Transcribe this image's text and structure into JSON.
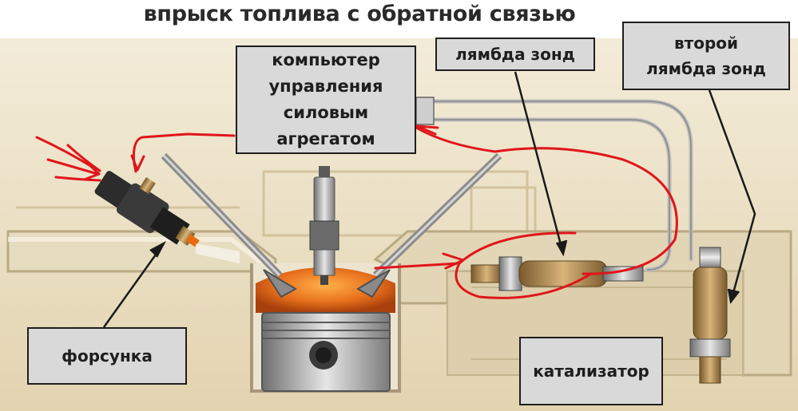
{
  "title": "впрыск топлива с обратной связью",
  "labels": {
    "ecu": [
      "компьютер",
      "управления",
      "силовым",
      "агрегатом"
    ],
    "lambda": "лямбда зонд",
    "lambda2": [
      "второй",
      "лямбда зонд"
    ],
    "injector": "форсунка",
    "catalyst": "катализатор"
  },
  "colors": {
    "engine_bg": "#eadfc4",
    "pipe": "#c8ba98",
    "wire": "#e0151b",
    "label_bg": "#d9d9d9",
    "combustion": "#e8701c"
  }
}
